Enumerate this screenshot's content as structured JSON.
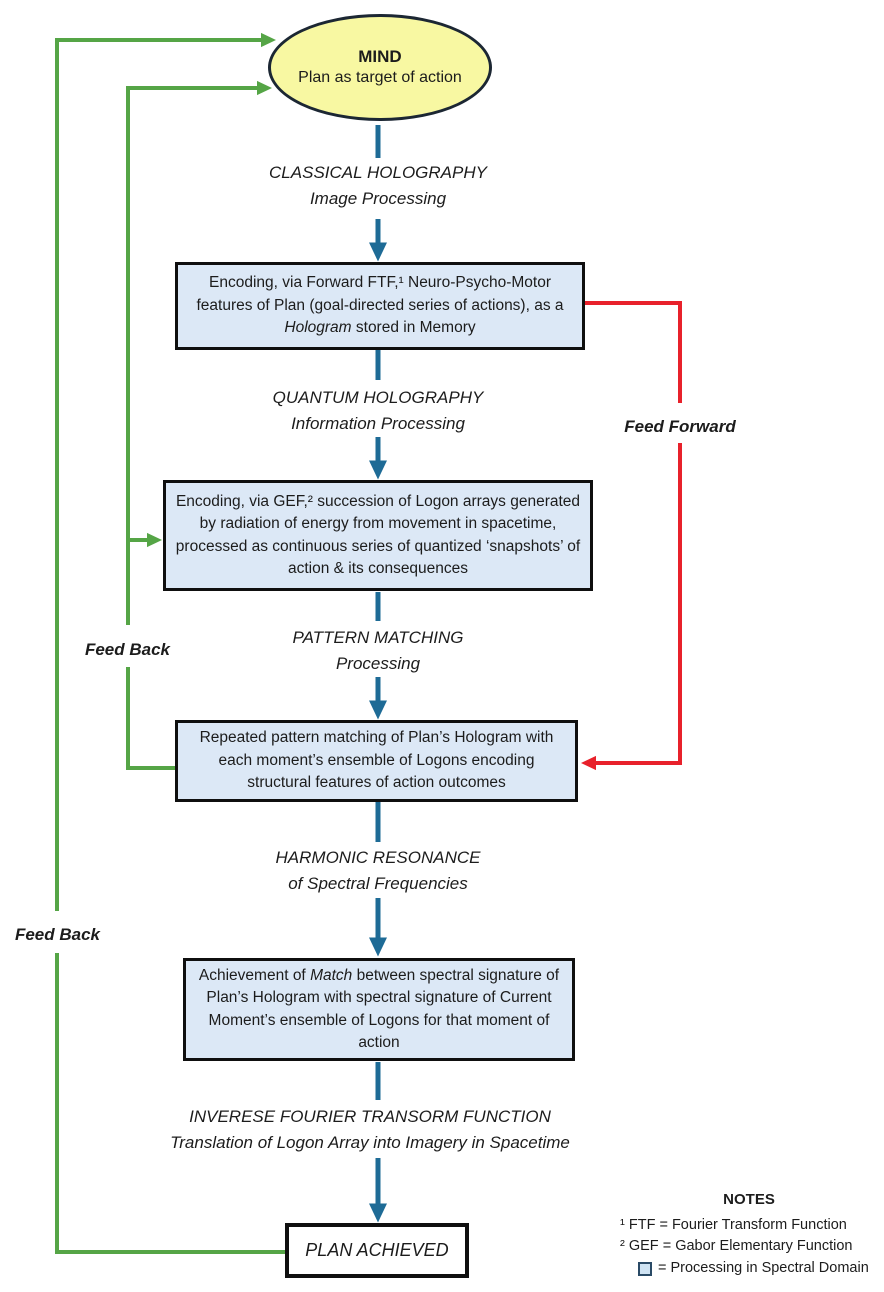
{
  "colors": {
    "arrow_blue": "#1E6B96",
    "feedback_green": "#55A546",
    "feedforward_red": "#E8212B",
    "box_fill": "#DCE8F6",
    "box_border": "#0F0F0F",
    "ellipse_fill": "#F8F8A2",
    "ellipse_border": "#1C2733",
    "text": "#1C1C1C",
    "swatch_fill": "#CFE3F3",
    "swatch_border": "#2A4A66"
  },
  "mind": {
    "title": "MIND",
    "subtitle": "Plan as target of action"
  },
  "stage1": {
    "label_line1": "CLASSICAL HOLOGRAPHY",
    "label_line2": "Image Processing",
    "box_pre": "Encoding, via Forward FTF,¹ Neuro-Psycho-Motor features of Plan (goal-directed series of actions), as a ",
    "box_italic": "Hologram",
    "box_post": " stored in Memory"
  },
  "stage2": {
    "label_line1": "QUANTUM HOLOGRAPHY",
    "label_line2": "Information Processing",
    "box_text": "Encoding, via GEF,² succession of Logon arrays generated by radiation of energy from movement in spacetime, processed as continuous series of quantized ‘snapshots’ of action & its consequences"
  },
  "stage3": {
    "label_line1": "PATTERN MATCHING",
    "label_line2": "Processing",
    "box_text": "Repeated pattern matching of Plan’s Hologram with each moment’s ensemble of Logons encoding structural features of action outcomes"
  },
  "stage4": {
    "label_line1": "HARMONIC RESONANCE",
    "label_line2": "of Spectral Frequencies",
    "box_pre": "Achievement of ",
    "box_italic": "Match",
    "box_post": " between spectral signature of Plan’s Hologram with spectral signature of Current Moment’s ensemble of Logons for that moment of action"
  },
  "stage5": {
    "label_line1": "INVERESE FOURIER TRANSORM FUNCTION",
    "label_line2": "Translation of Logon Array into Imagery in Spacetime",
    "box_text": "PLAN ACHIEVED"
  },
  "connectors": {
    "feed_forward": "Feed Forward",
    "feed_back_upper": "Feed Back",
    "feed_back_lower": "Feed Back"
  },
  "notes": {
    "title": "NOTES",
    "note1": "¹ FTF = Fourier Transform Function",
    "note2": "² GEF = Gabor Elementary Function",
    "note3": "= Processing in Spectral Domain"
  }
}
